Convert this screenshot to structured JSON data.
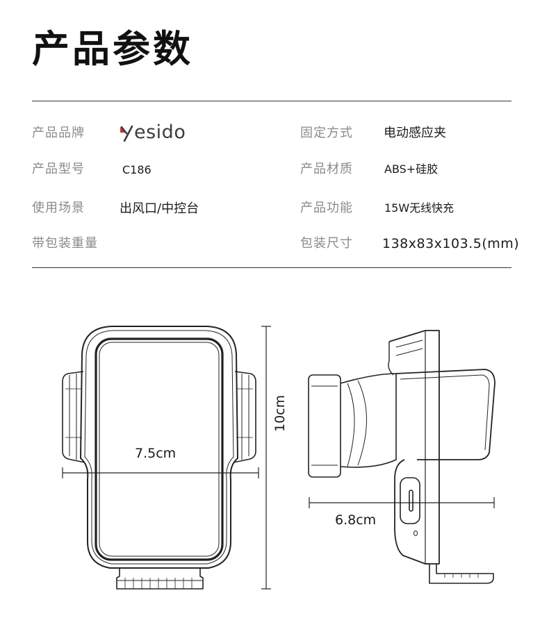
{
  "title": "产品参数",
  "specs": {
    "brand": {
      "label": "产品品牌",
      "logo_text": "esido",
      "logo_mark_color": "#e02a2a"
    },
    "model": {
      "label": "产品型号",
      "value": "C186"
    },
    "scene": {
      "label": "使用场景",
      "value": "出风口/中控台"
    },
    "weight": {
      "label": "带包装重量",
      "value": ""
    },
    "mount": {
      "label": "固定方式",
      "value": "电动感应夹"
    },
    "material": {
      "label": "产品材质",
      "value": "ABS+硅胶"
    },
    "function": {
      "label": "产品功能",
      "value": "15W无线快充"
    },
    "package": {
      "label": "包装尺寸",
      "value": "138x83x103.5(mm)"
    }
  },
  "dimensions": {
    "width_front": "7.5cm",
    "height": "10cm",
    "depth_side": "6.8cm"
  }
}
